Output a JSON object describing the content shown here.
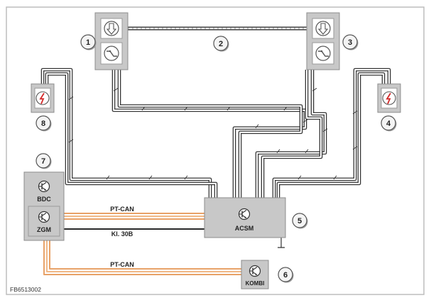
{
  "figure_id": "FB6513002",
  "callouts": [
    "1",
    "2",
    "3",
    "4",
    "5",
    "6",
    "7",
    "8"
  ],
  "modules": {
    "bdc": "BDC",
    "zgm": "ZGM",
    "acsm": "ACSM",
    "kombi": "KOMBI"
  },
  "bus_labels": {
    "ptcan_upper": "PT-CAN",
    "kl30b": "Kl. 30B",
    "ptcan_lower": "PT-CAN"
  },
  "colors": {
    "frame": "#bdbdbd",
    "box_fill": "#c8c8c8",
    "box_stroke": "#8c8c8c",
    "wire": "#3c3c3c",
    "ptcan": "#e8a268",
    "power": "#303030",
    "squib_red": "#d42a2a"
  },
  "icons": {
    "seat_belt_buckle": "buckle-switch-icon",
    "belt_tensioner": "tensioner-icon",
    "squib": "squib-icon",
    "module": "transistor-icon"
  }
}
